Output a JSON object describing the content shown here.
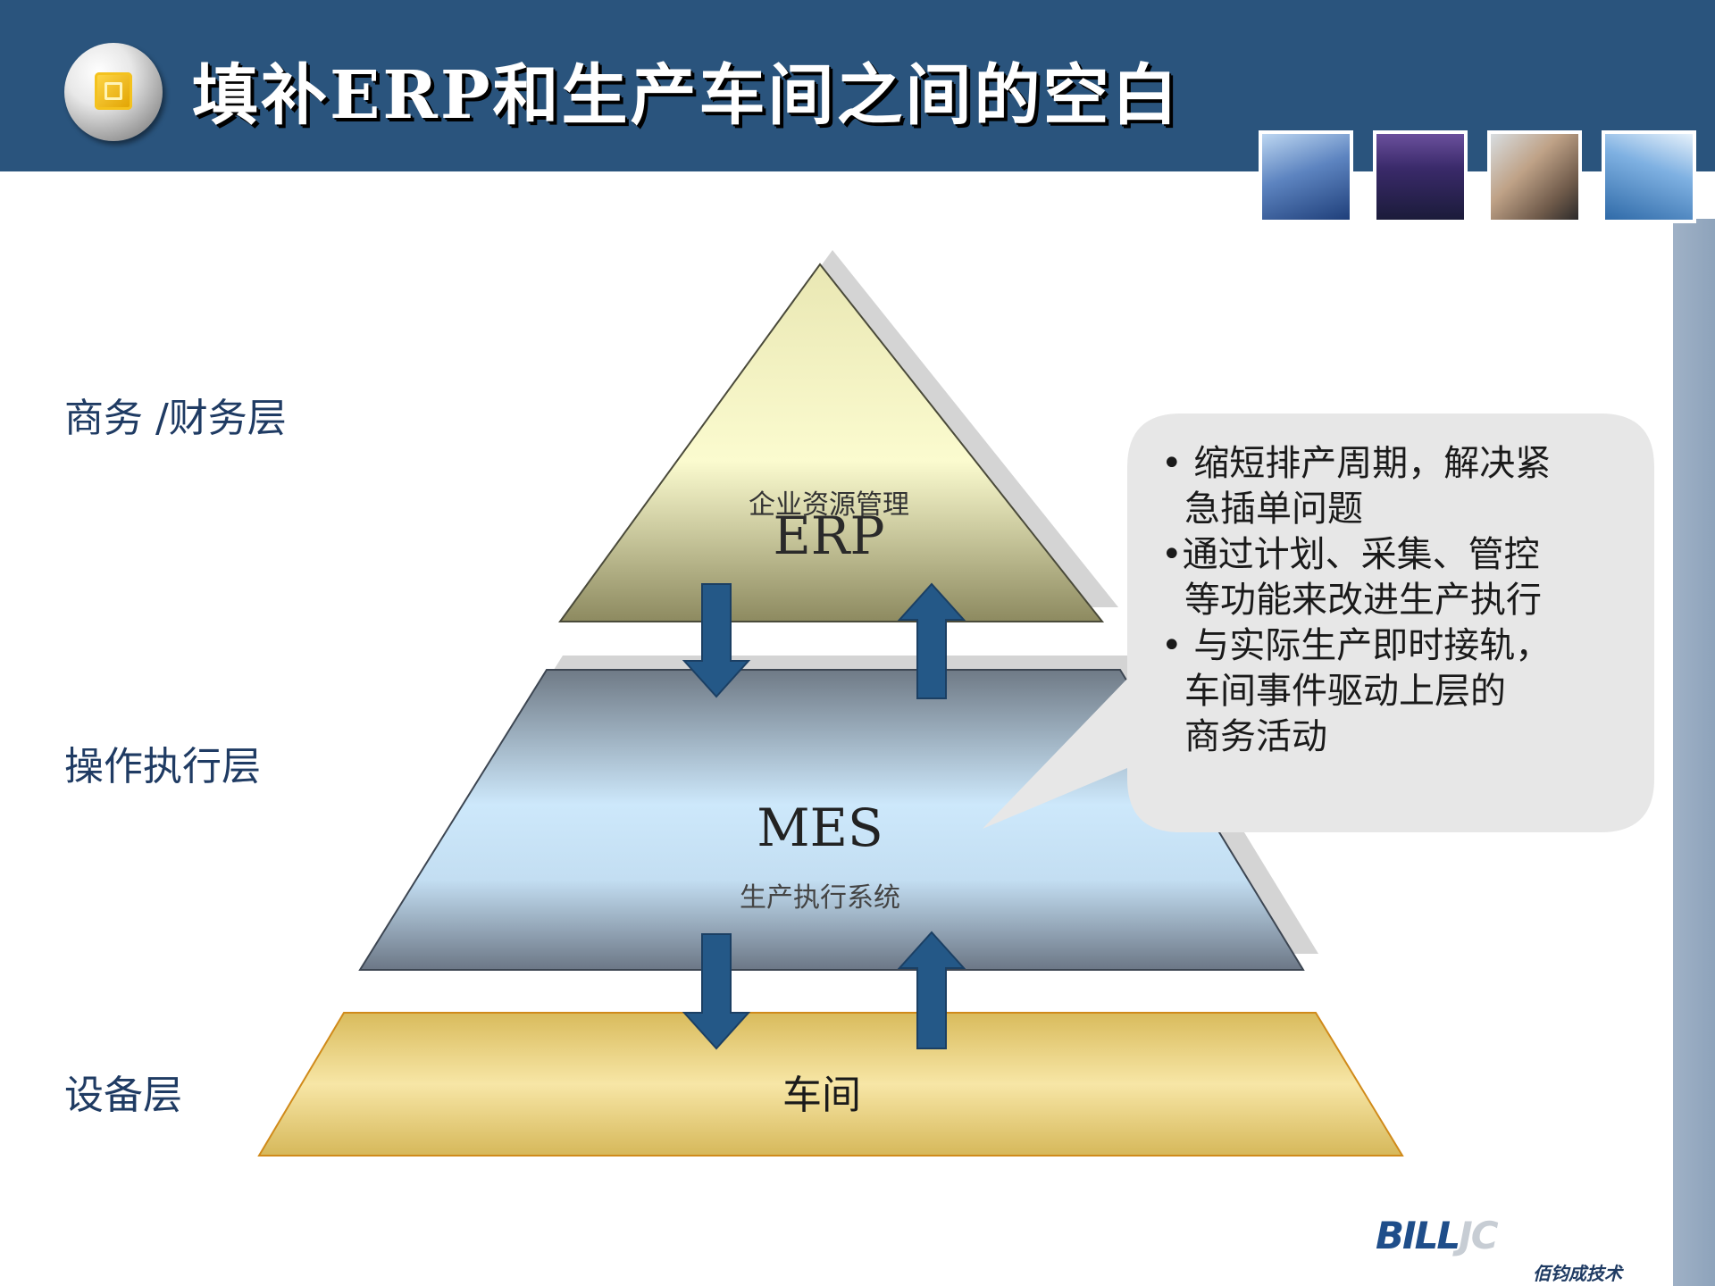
{
  "header": {
    "title": "填补ERP和生产车间之间的空白"
  },
  "layers": {
    "business": "商务 /财务层",
    "operation": "操作执行层",
    "equipment": "设备层"
  },
  "pyramid": {
    "erp_sub": "企业资源管理",
    "erp": "ERP",
    "mes": "MES",
    "mes_sub": "生产执行系统",
    "workshop": "车间"
  },
  "callout": {
    "items": [
      "• 缩短排产周期，解决紧",
      "急插单问题",
      "•通过计划、采集、管控",
      "等功能来改进生产执行",
      "• 与实际生产即时接轨，",
      "车间事件驱动上层的",
      "商务活动"
    ]
  },
  "logo": {
    "mark": "BILL",
    "tail": "JC",
    "subtitle": "佰钧成技术"
  },
  "colors": {
    "header": "#2a547d",
    "arrow": "#245887",
    "erp_light": "#fbfbcf",
    "erp_dark": "#8d8a60",
    "mes_light": "#cde8fb",
    "mes_dark": "#6c7786",
    "workshop_light": "#f7e6a6",
    "workshop_dark": "#d6b85a"
  }
}
